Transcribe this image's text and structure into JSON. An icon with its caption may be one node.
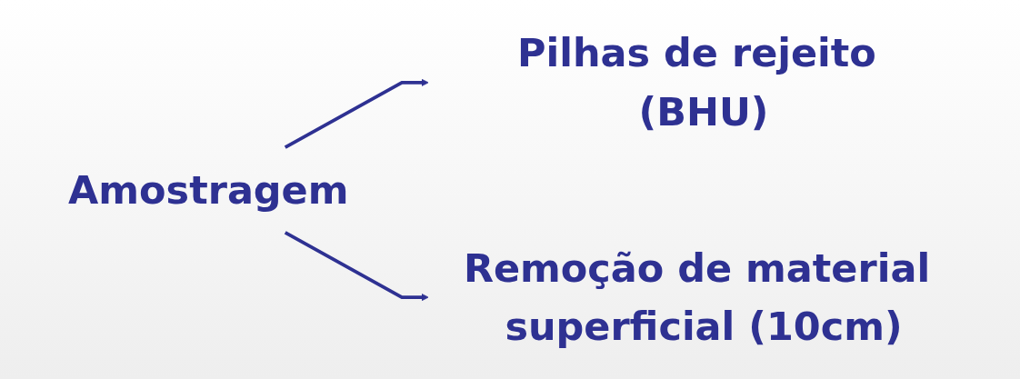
{
  "diagram": {
    "nodes": [
      {
        "text": [
          "Amostragem"
        ]
      },
      {
        "text": [
          "Pilhas de rejeito (BHU)"
        ]
      },
      {
        "text": [
          "Remoção de material superficial (10cm)"
        ]
      }
    ],
    "edges": [
      {
        "from": 0,
        "to": 1,
        "arrow": "to"
      },
      {
        "from": 0,
        "to": 2,
        "arrow": "to"
      }
    ]
  }
}
